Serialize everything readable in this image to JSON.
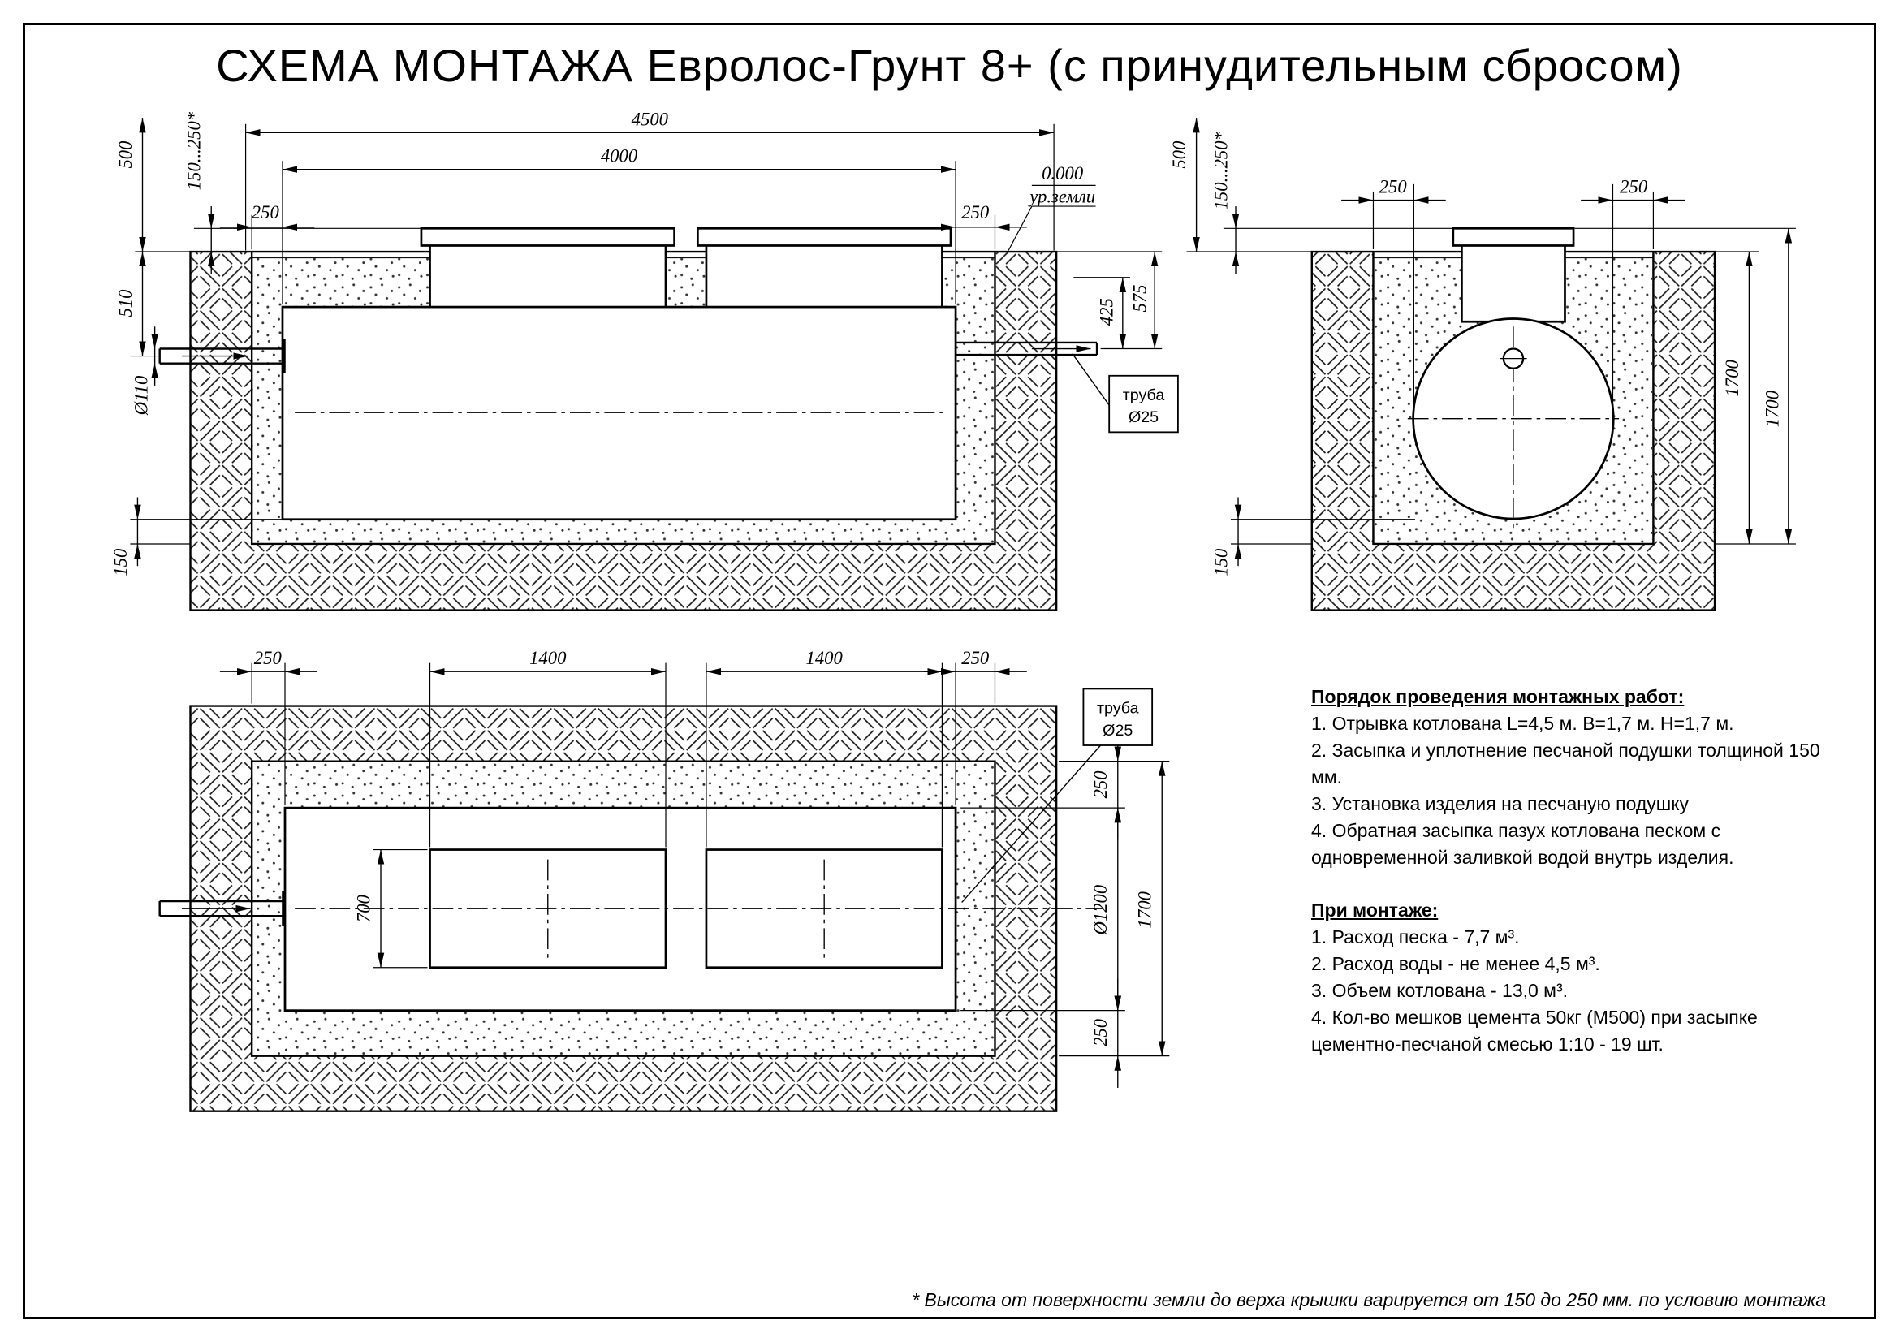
{
  "title": "СХЕМА МОНТАЖА Евролос-Грунт 8+ (с принудительным сбросом)",
  "side_view": {
    "dims": {
      "pit_length": "4500",
      "tank_length": "4000",
      "left_gap": "250",
      "right_gap": "250",
      "depth_500": "500",
      "cover_range": "150...250*",
      "inlet_depth": "510",
      "inlet_diameter": "Ø110",
      "cushion": "150",
      "outlet_425": "425",
      "outlet_575": "575"
    },
    "ground": {
      "level": "0.000",
      "label": "ур.земли"
    },
    "pipe_callout": {
      "line1": "труба",
      "line2": "Ø25"
    }
  },
  "cross_view": {
    "dims": {
      "depth_500": "500",
      "cover_range": "150...250*",
      "left_gap": "250",
      "right_gap": "250",
      "pit_depth": "1700",
      "pit_depth_outer": "1700",
      "cushion": "150"
    }
  },
  "plan_view": {
    "dims": {
      "left_gap": "250",
      "neck1_length": "1400",
      "neck2_length": "1400",
      "right_gap": "250",
      "neck_width": "700",
      "top_gap": "250",
      "tank_diameter": "Ø1200",
      "pit_width": "1700",
      "bottom_gap": "250"
    },
    "pipe_callout": {
      "line1": "труба",
      "line2": "Ø25"
    }
  },
  "instructions": {
    "heading": "Порядок проведения монтажных работ:",
    "items": [
      "1. Отрывка котлована L=4,5 м. В=1,7 м. Н=1,7 м.",
      "2. Засыпка и уплотнение песчаной подушки толщиной 150 мм.",
      "3. Установка изделия на песчаную подушку",
      "4. Обратная засыпка пазух котлована песком с одновременной заливкой водой внутрь изделия."
    ],
    "heading2": "При монтаже:",
    "items2": [
      "1. Расход песка - 7,7 м³.",
      "2. Расход воды - не менее 4,5 м³.",
      "3. Объем котлована - 13,0 м³.",
      "4. Кол-во мешков цемента 50кг (М500) при засыпке цементно-песчаной смесью 1:10 - 19 шт."
    ]
  },
  "footnote": "* Высота от поверхности земли до верха крышки варируется от 150 до 250 мм. по условию монтажа"
}
